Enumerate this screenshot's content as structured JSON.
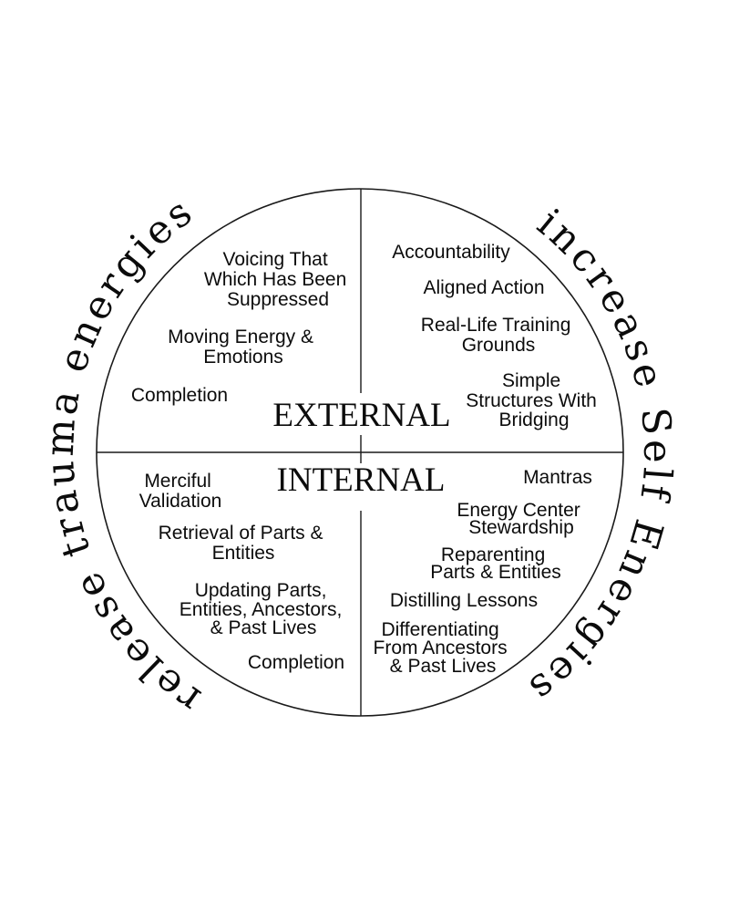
{
  "page": {
    "background": "#ffffff",
    "ink": "#0c0c0c"
  },
  "diagram": {
    "arc_labels": {
      "left": "release trauma energies",
      "right": "increase Self Energies"
    },
    "axis_labels": {
      "top": "EXTERNAL",
      "bottom": "INTERNAL"
    },
    "quadrants": {
      "external_release": {
        "items": [
          {
            "lines": [
              "Voicing That",
              "Which Has Been",
              "Suppressed"
            ]
          },
          {
            "lines": [
              "Moving Energy &",
              "Emotions"
            ]
          },
          {
            "lines": [
              "Completion"
            ]
          }
        ]
      },
      "external_increase": {
        "items": [
          {
            "lines": [
              "Accountability"
            ]
          },
          {
            "lines": [
              "Aligned Action"
            ]
          },
          {
            "lines": [
              "Real-Life Training",
              "Grounds"
            ]
          },
          {
            "lines": [
              "Simple",
              "Structures With",
              "Bridging"
            ]
          }
        ]
      },
      "internal_release": {
        "items": [
          {
            "lines": [
              "Merciful",
              "Validation"
            ]
          },
          {
            "lines": [
              "Retrieval of Parts &",
              "Entities"
            ]
          },
          {
            "lines": [
              "Updating Parts,",
              "Entities, Ancestors,",
              "& Past Lives"
            ]
          },
          {
            "lines": [
              "Completion"
            ]
          }
        ]
      },
      "internal_increase": {
        "items": [
          {
            "lines": [
              "Mantras"
            ]
          },
          {
            "lines": [
              "Energy Center",
              "Stewardship"
            ]
          },
          {
            "lines": [
              "Reparenting",
              "Parts & Entities"
            ]
          },
          {
            "lines": [
              "Distilling Lessons"
            ]
          },
          {
            "lines": [
              "Differentiating",
              "From Ancestors",
              "& Past Lives"
            ]
          }
        ]
      }
    }
  }
}
